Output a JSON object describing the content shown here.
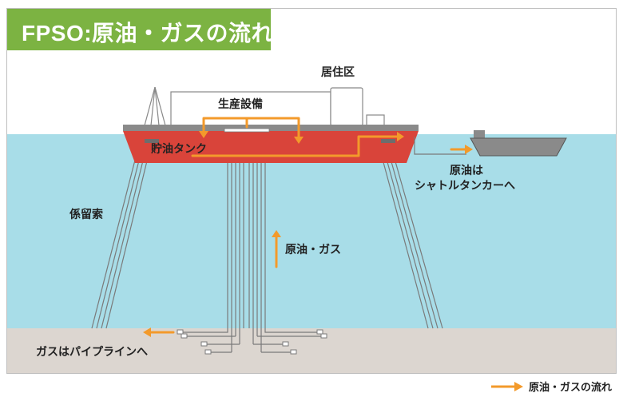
{
  "title": "FPSO:原油・ガスの流れ",
  "labels": {
    "living_quarters": "居住区",
    "production_facility": "生産設備",
    "storage_tank": "貯油タンク",
    "mooring": "係留索",
    "oil_gas": "原油・ガス",
    "to_shuttle_line1": "原油は",
    "to_shuttle_line2": "シャトルタンカーへ",
    "gas_pipeline": "ガスはパイプラインへ"
  },
  "legend": {
    "label": "原油・ガスの流れ"
  },
  "colors": {
    "title_bg": "#7cb342",
    "sea": "#a8dde8",
    "seabed": "#dcd6d0",
    "hull": "#d9443a",
    "flow_arrow": "#f39a2b",
    "deck": "#8a8a8a"
  }
}
